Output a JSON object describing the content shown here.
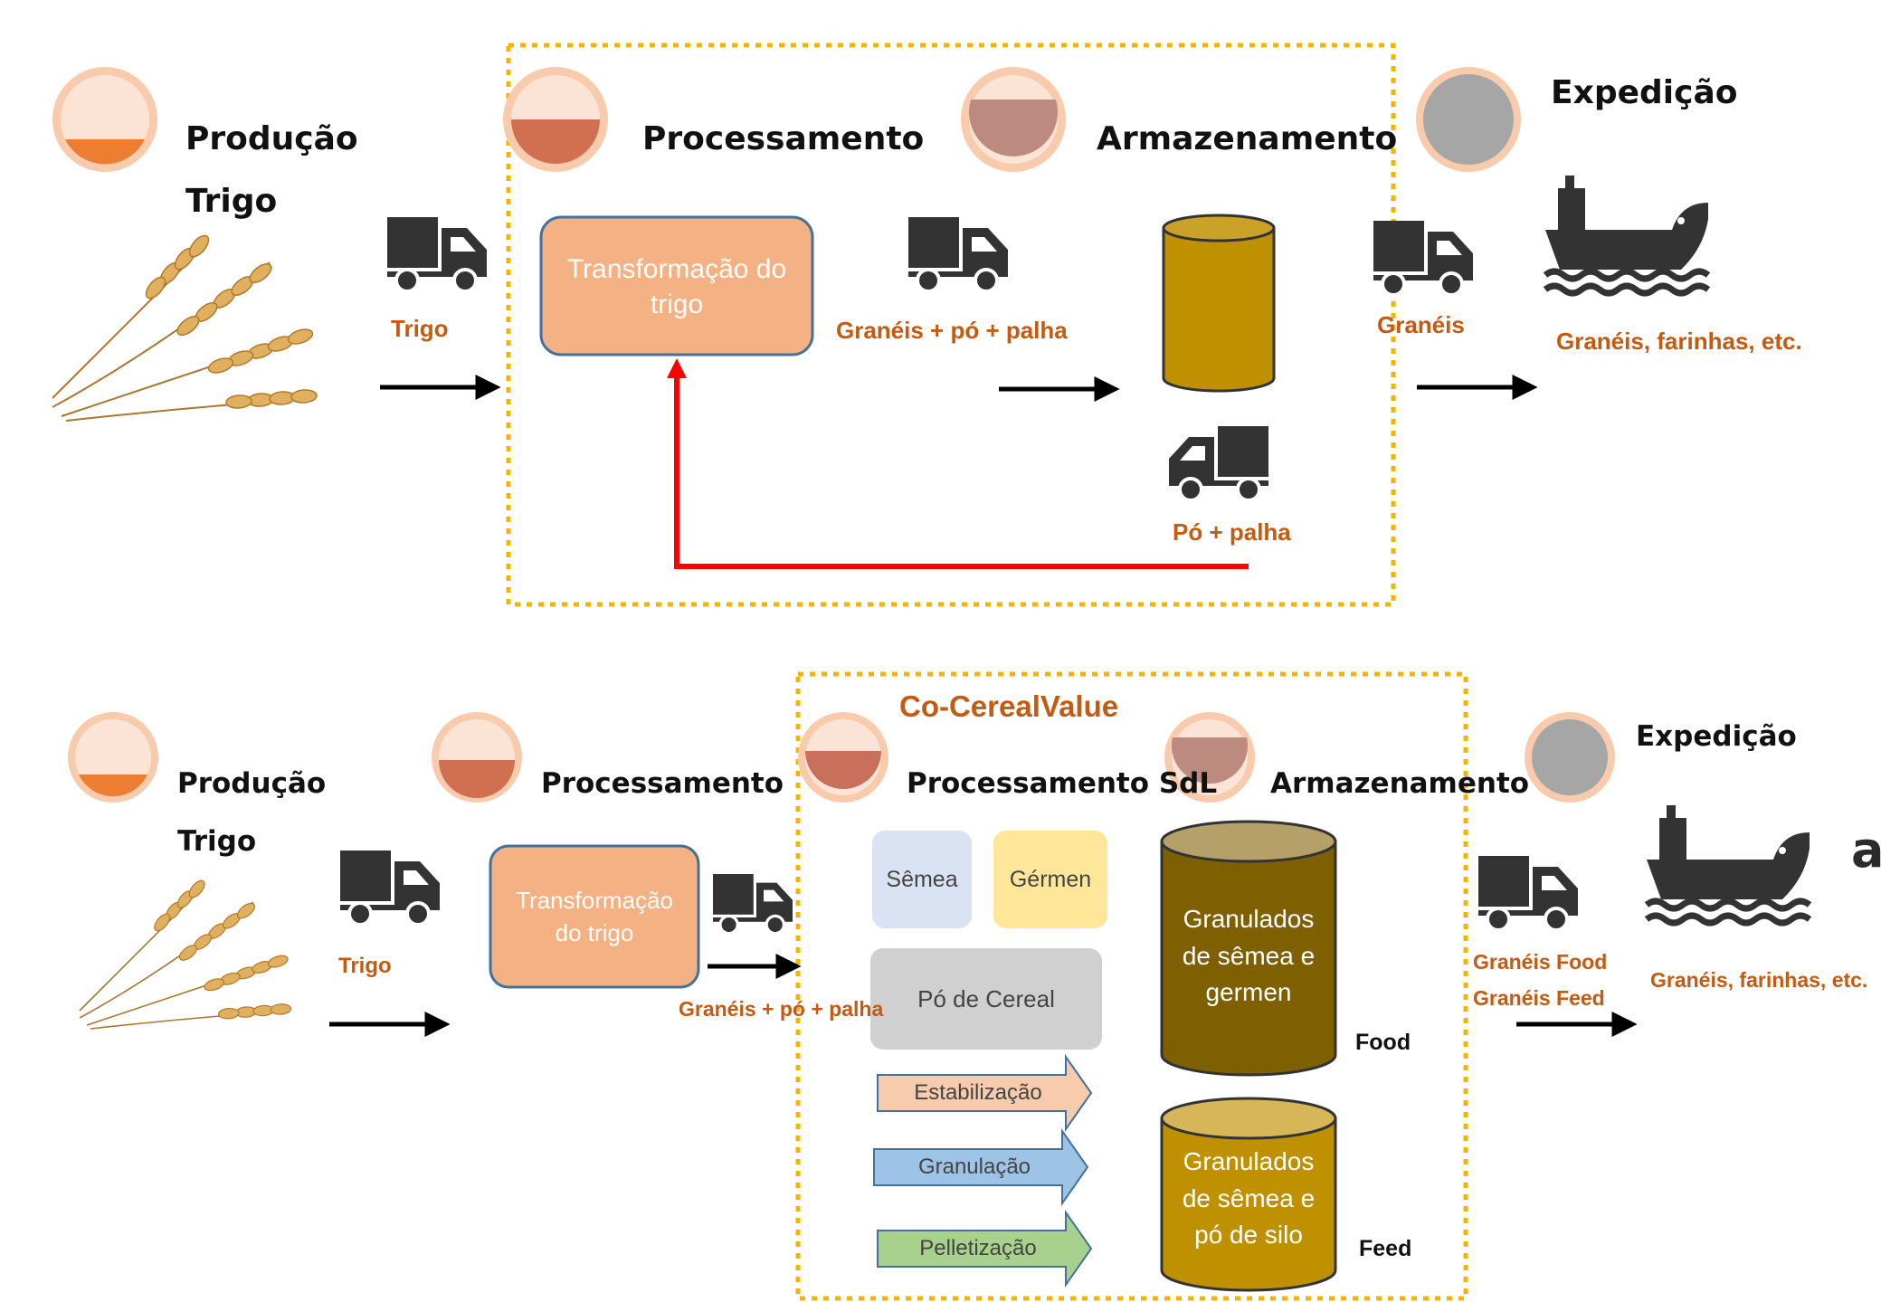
{
  "top": {
    "producao_title": "Produção",
    "trigo_title": "Trigo",
    "processamento_title": "Processamento",
    "armazenamento_title": "Armazenamento",
    "expedicao_title": "Expedição",
    "trigo_label": "Trigo",
    "transformacao_box": "Transformação do trigo",
    "graneis_po_palha_label": "Granéis +  pó + palha",
    "graneis_label": "Granéis",
    "po_palha_label": "Pó + palha",
    "output_label": "Granéis, farinhas, etc."
  },
  "bottom": {
    "producao_title": "Produção",
    "trigo_title": "Trigo",
    "processamento_title": "Processamento",
    "cocereal_title": "Co-CerealValue",
    "processamento_sdl_title": "Processamento SdL",
    "armazenamento_title": "Armazenamento",
    "expedicao_title": "Expedição",
    "trigo_label": "Trigo",
    "transformacao_box": "Transformação do trigo",
    "graneis_po_palha_label": "Granéis +  pó + palha",
    "semea_box": "Sêmea",
    "germen_box": "Gérmen",
    "po_cereal_box": "Pó de Cereal",
    "estabilizacao_arrow": "Estabilização",
    "granulacao_arrow": "Granulação",
    "pelletizacao_arrow": "Pelletização",
    "cyl_food_text": "Granulados de sêmea e germen",
    "cyl_feed_text": "Granulados de sêmea e pó de silo",
    "food_label": "Food",
    "feed_label": "Feed",
    "graneis_food_label": "Granéis Food",
    "graneis_feed_label": "Granéis Feed",
    "output_label": "Granéis, farinhas, etc."
  },
  "panel_letter": "a",
  "colors": {
    "orange_text": "#c55a11",
    "dotted_border": "#f5b400",
    "feedback_arrow": "#ff0000",
    "transform_box": "#f4b183",
    "cylinder_top": "#bf9000",
    "cylinder_food": "#7f6000",
    "semea": "#dae3f3",
    "germen": "#ffe699",
    "po_cereal": "#d0d0d0",
    "estabilizacao": "#f8cbad",
    "granulacao": "#9dc3e6",
    "pelletizacao": "#a9d18e"
  },
  "icons": [
    "level-circle-icon",
    "truck-icon",
    "ship-icon",
    "wheat-icon",
    "arrow-right-icon",
    "cylinder-icon"
  ]
}
